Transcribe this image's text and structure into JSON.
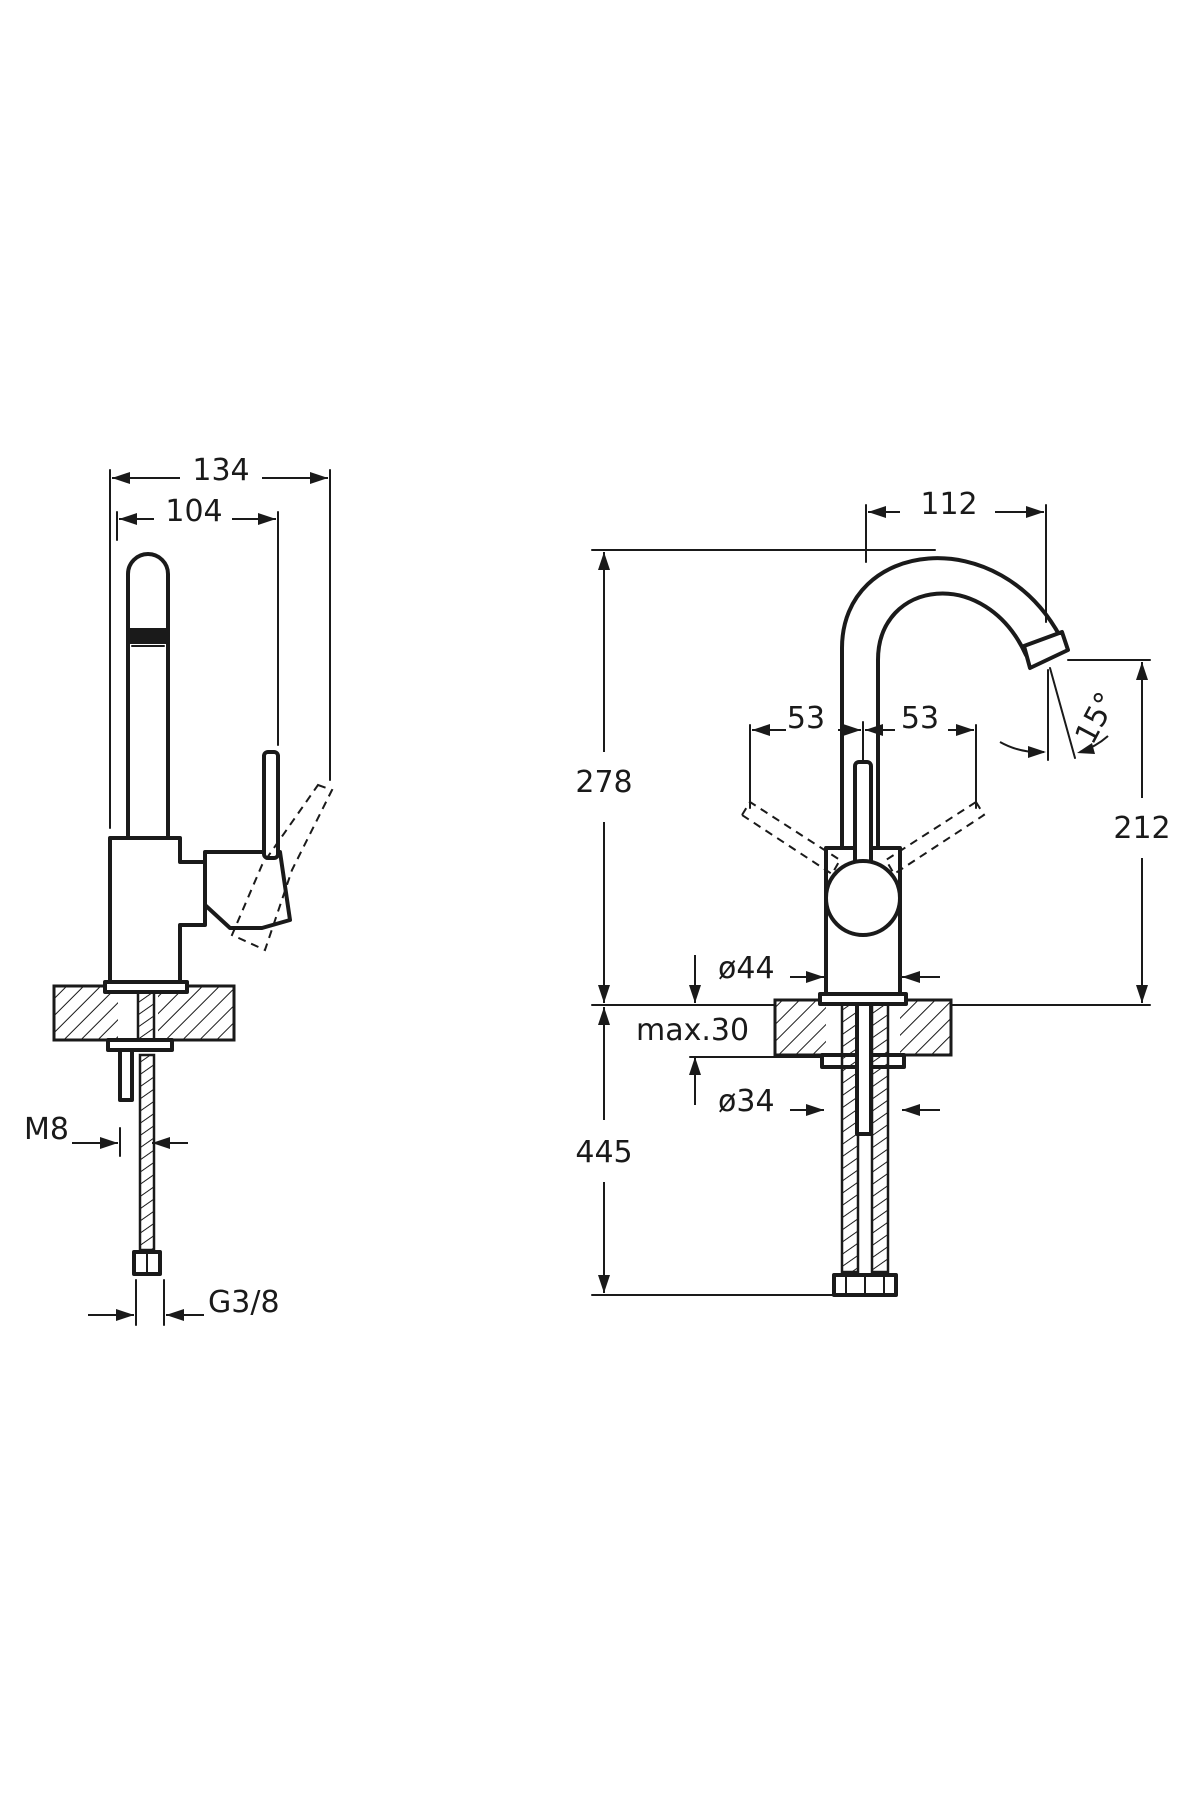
{
  "side_view": {
    "dim_overall_width": "134",
    "dim_to_lever": "104",
    "thread_label": "M8",
    "connection_label": "G3/8"
  },
  "front_view": {
    "dim_spout_reach": "112",
    "dim_total_height": "278",
    "dim_spout_height": "212",
    "dim_lever_left": "53",
    "dim_lever_right": "53",
    "spout_angle": "15°",
    "dim_body_diameter": "ø44",
    "dim_max_deck": "max.30",
    "dim_hole_diameter": "ø34",
    "dim_hose_length": "445"
  }
}
